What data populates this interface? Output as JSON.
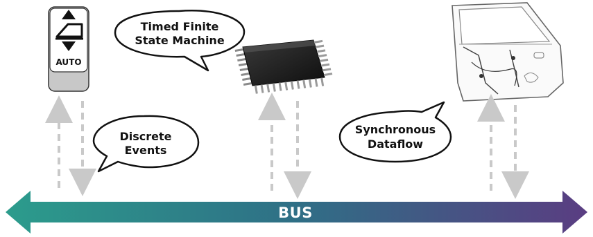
{
  "bus": {
    "label": "BUS",
    "gradient_start": "#2c9c8c",
    "gradient_end": "#5a3d82"
  },
  "bubbles": {
    "fsm": {
      "line1": "Timed Finite",
      "line2": "State Machine"
    },
    "discrete": {
      "line1": "Discrete",
      "line2": "Events"
    },
    "dataflow": {
      "line1": "Synchronous",
      "line2": "Dataflow"
    }
  },
  "window_switch": {
    "label": "AUTO",
    "icons": [
      "arrow-up-icon",
      "window-glass-icon",
      "arrow-down-icon"
    ]
  },
  "icons": [
    "window-switch-icon",
    "microchip-icon",
    "car-door-icon"
  ],
  "colors": {
    "arrow_dash": "#c9c9c9",
    "bubble_stroke": "#111111"
  }
}
